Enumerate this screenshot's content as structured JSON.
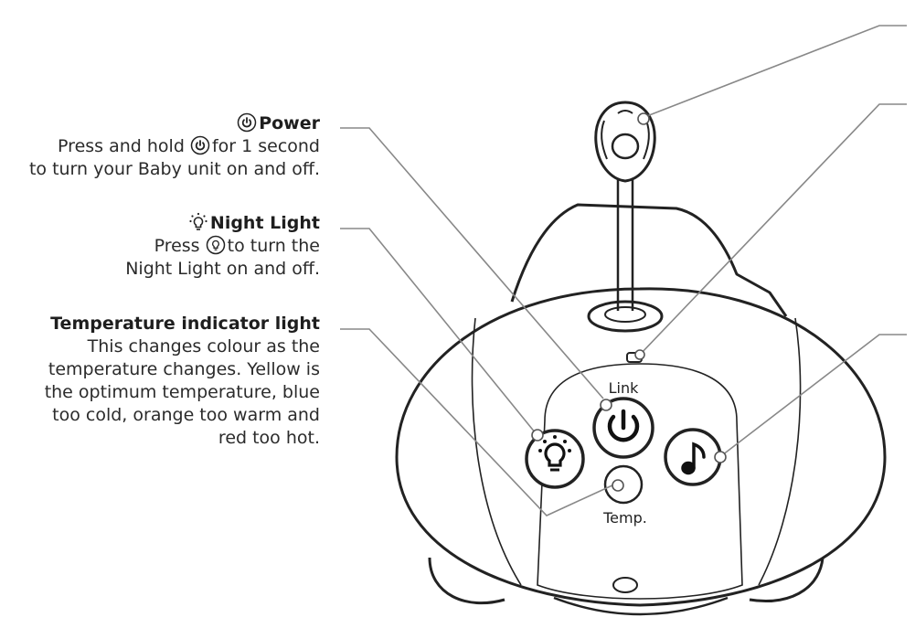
{
  "annotations": {
    "power": {
      "title": "Power",
      "line1_before": "Press and hold",
      "line1_after": "for 1 second",
      "line2": "to turn your Baby unit on and off."
    },
    "night_light": {
      "title": "Night Light",
      "line1_before": "Press",
      "line1_after": "to turn the",
      "line2": "Night Light on and off."
    },
    "temperature": {
      "title": "Temperature indicator light",
      "lines": [
        "This changes colour as the",
        "temperature changes. Yellow is",
        "the optimum temperature, blue",
        "too cold, orange too warm and",
        "red too hot."
      ]
    }
  },
  "device_labels": {
    "link": "Link",
    "temp": "Temp."
  },
  "icons": [
    "power-icon",
    "night-light-icon",
    "music-note-icon"
  ],
  "colors": {
    "line": "#222222",
    "leader": "#888888",
    "text": "#2b2b2b"
  }
}
